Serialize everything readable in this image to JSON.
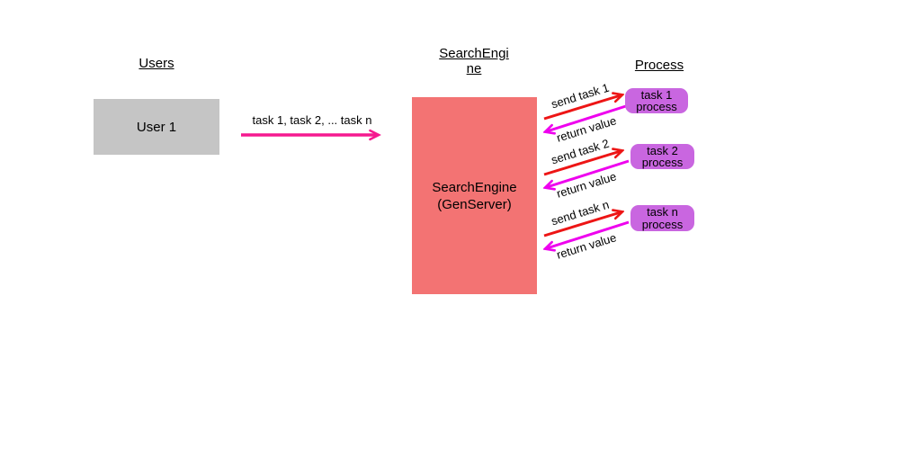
{
  "colors": {
    "background": "#ffffff",
    "user_box_fill": "#c5c5c5",
    "engine_box_fill": "#f37373",
    "process_box_fill": "#c966e0",
    "send_arrow": "#ed1515",
    "return_arrow": "#ee00ee",
    "user_arrow": "#f5198f",
    "text": "#000000"
  },
  "headers": {
    "users": "Users",
    "search_engine_line1": "SearchEngi",
    "search_engine_line2": "ne",
    "process": "Process"
  },
  "nodes": {
    "user1": {
      "label": "User 1"
    },
    "engine": {
      "line1": "SearchEngine",
      "line2": "(GenServer)"
    },
    "processes": [
      {
        "line1": "task 1",
        "line2": "process"
      },
      {
        "line1": "task 2",
        "line2": "process"
      },
      {
        "line1": "task n",
        "line2": "process"
      }
    ]
  },
  "arrows": {
    "user_to_engine_label": "task 1, task 2, ... task n",
    "pairs": [
      {
        "send": "send task 1",
        "return": "return value"
      },
      {
        "send": "send task 2",
        "return": "return value"
      },
      {
        "send": "send task n",
        "return": "return value"
      }
    ]
  }
}
